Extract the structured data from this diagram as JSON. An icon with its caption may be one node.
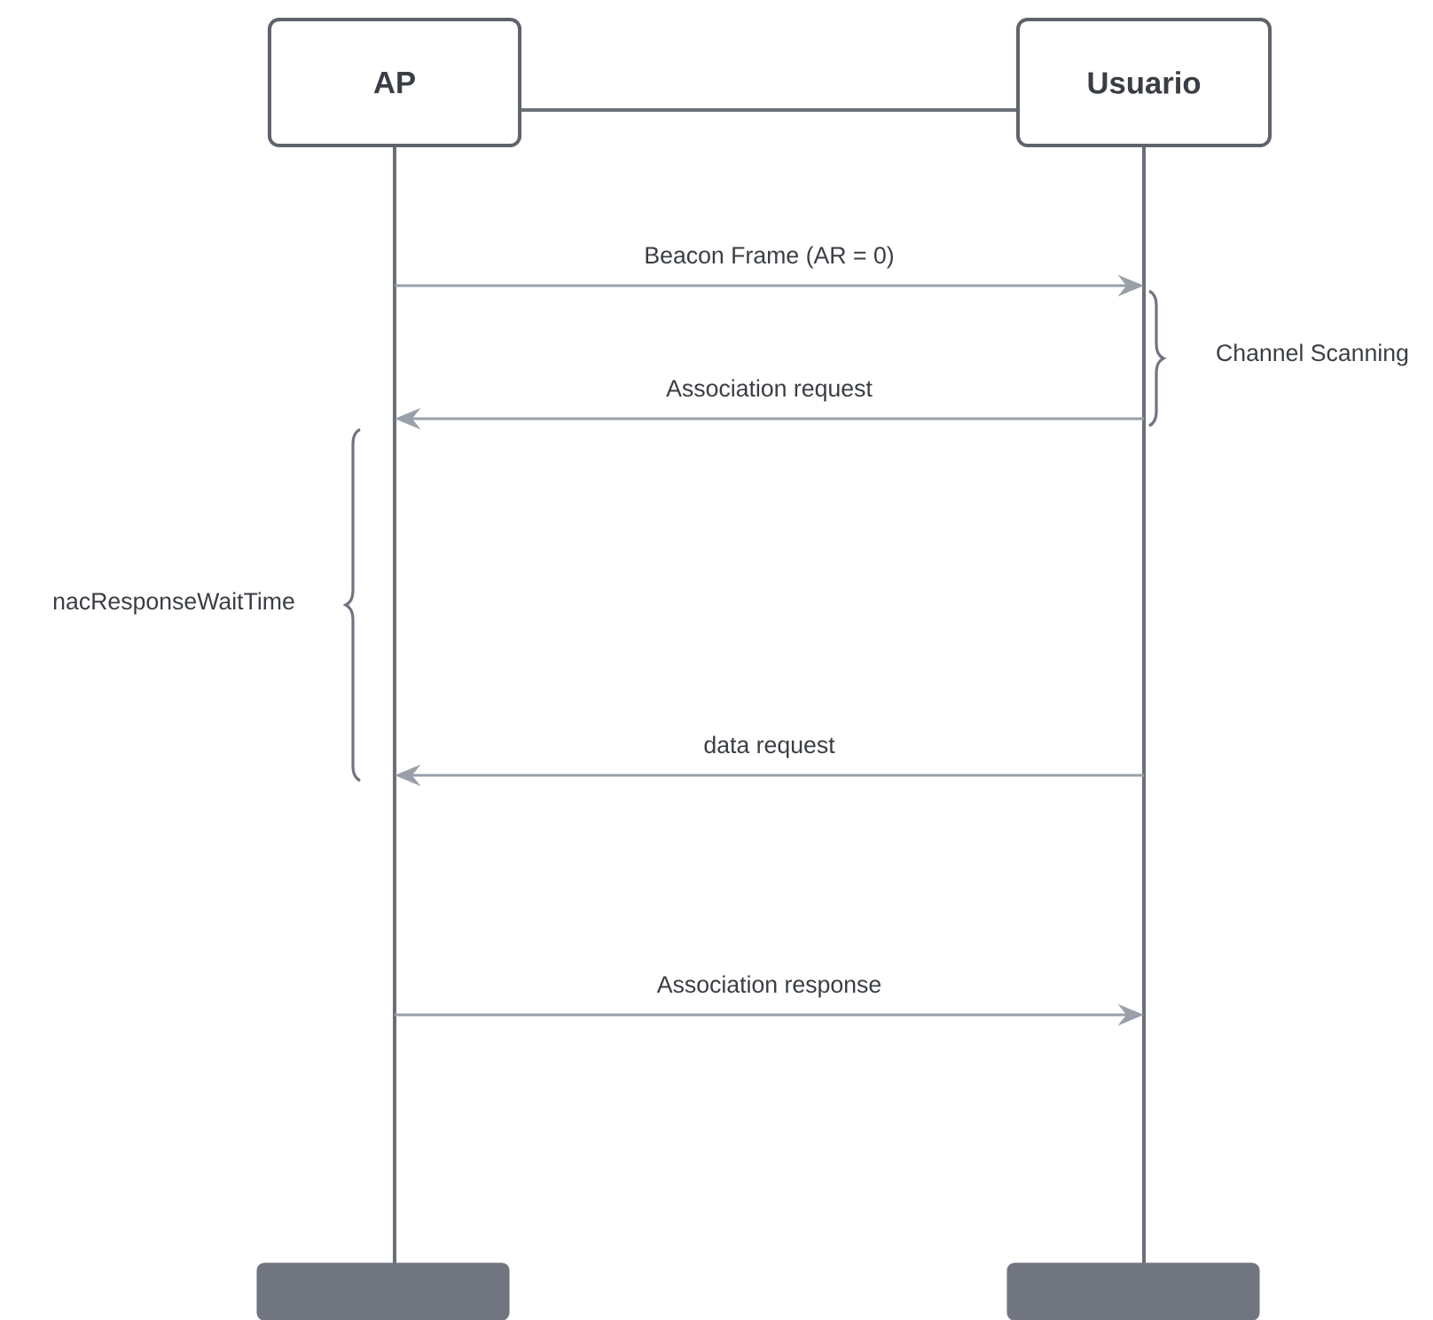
{
  "diagram": {
    "nodes": [
      {
        "text": [
          "AP"
        ]
      },
      {
        "text": [
          "Usuario"
        ]
      },
      {
        "text": [],
        "shape": "bar"
      },
      {
        "text": [],
        "shape": "bar"
      }
    ],
    "edges": [
      {
        "from": 0,
        "to": 1,
        "arrow": "none"
      },
      {
        "from": 0,
        "to": 1,
        "arrow": "to",
        "label": "Beacon Frame (AR = 0)"
      },
      {
        "from": 1,
        "to": 0,
        "arrow": "to",
        "label": "Association request"
      },
      {
        "from": 1,
        "to": 0,
        "arrow": "to",
        "label": "data request"
      },
      {
        "from": 0,
        "to": 1,
        "arrow": "to",
        "label": "Association response"
      }
    ],
    "labels": [
      "Channel Scanning",
      "nacResponseWaitTime"
    ]
  }
}
